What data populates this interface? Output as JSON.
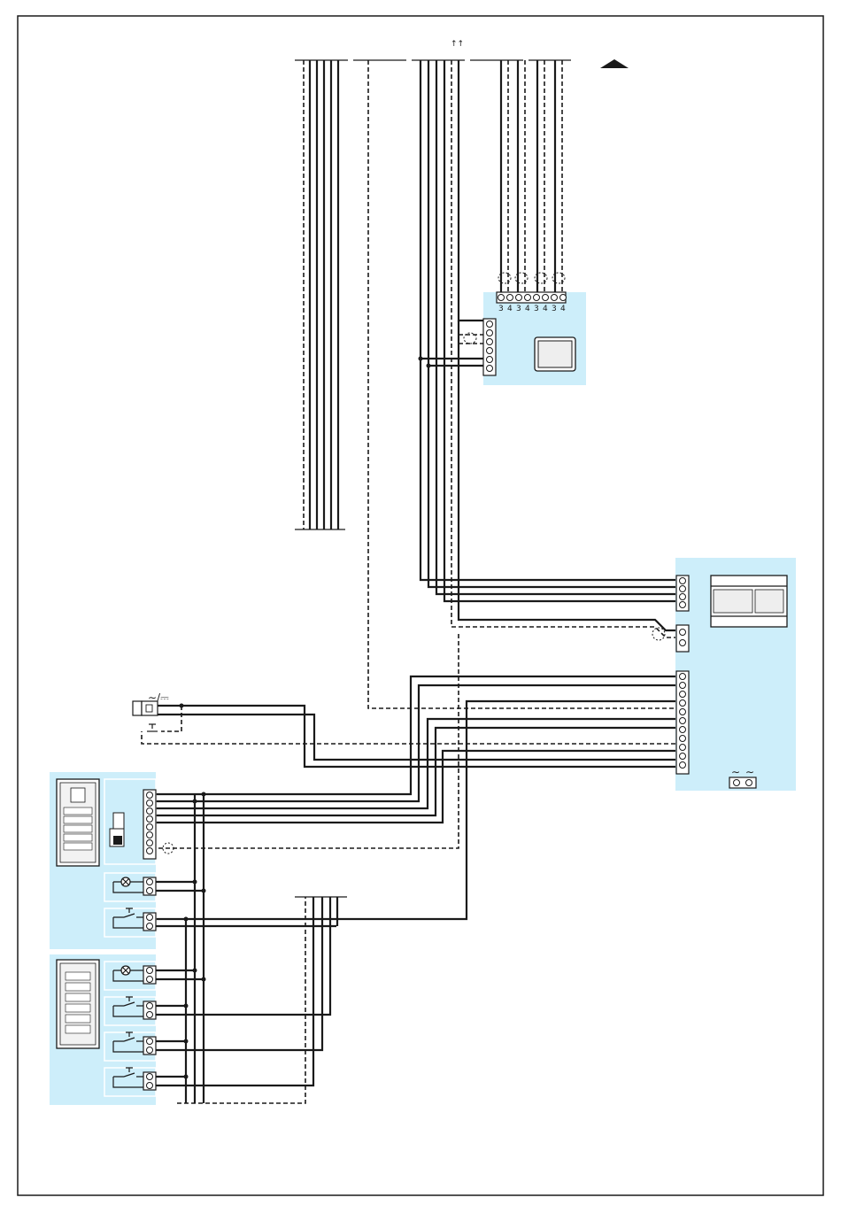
{
  "labels": {
    "top_marker": "↑↑",
    "power_symbol": "∼/⎓",
    "psu_ac_left": "∼",
    "psu_ac_right": "∼",
    "terminal_digits": [
      "3",
      "4",
      "3",
      "4",
      "3",
      "4",
      "3",
      "4"
    ]
  },
  "colors": {
    "panel_fill": "#cdeefa",
    "wire": "#1a1a1a"
  }
}
